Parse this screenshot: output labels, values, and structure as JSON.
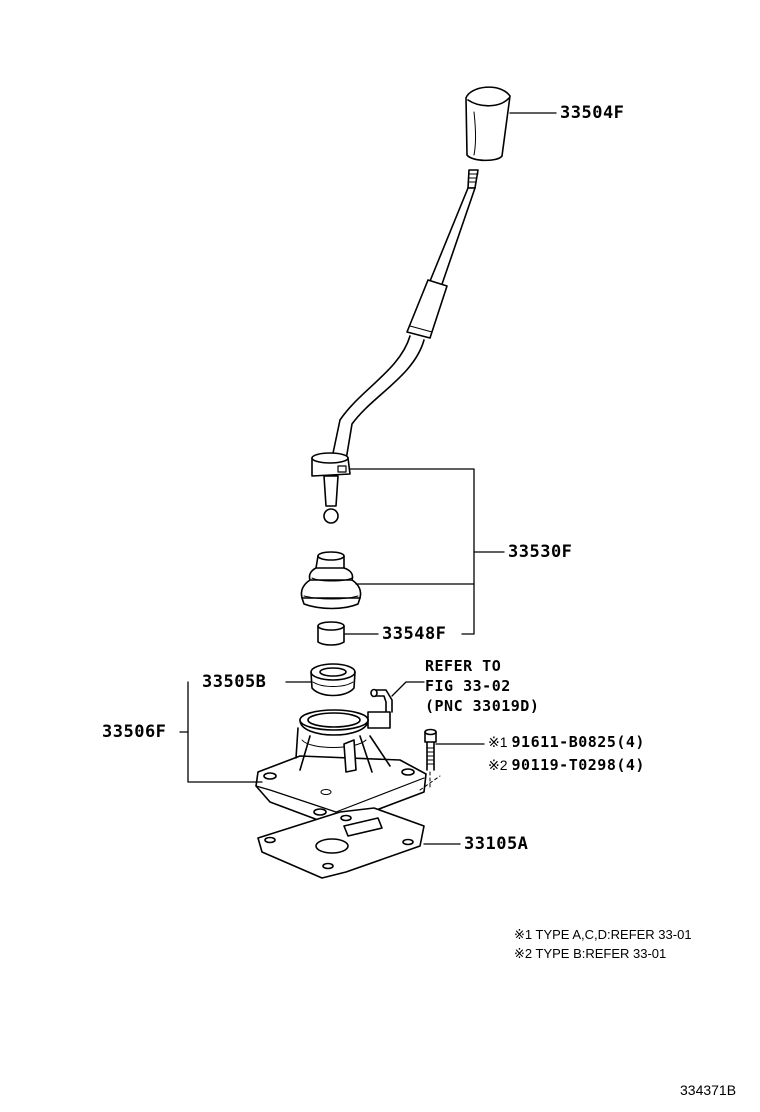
{
  "callouts": {
    "knob": "33504F",
    "lever_assy": "33530F",
    "bushing": "33548F",
    "seat": "33505B",
    "retainer": "33506F",
    "gasket": "33105A"
  },
  "refer": {
    "line1": "REFER TO",
    "line2": "FIG 33-02",
    "line3": "(PNC 33019D)"
  },
  "bolts": [
    {
      "mark": "※1",
      "part": "91611-B0825(4)"
    },
    {
      "mark": "※2",
      "part": "90119-T0298(4)"
    }
  ],
  "notes": [
    "※1 TYPE A,C,D:REFER 33-01",
    "※2 TYPE B:REFER 33-01"
  ],
  "figure_id": "334371B"
}
